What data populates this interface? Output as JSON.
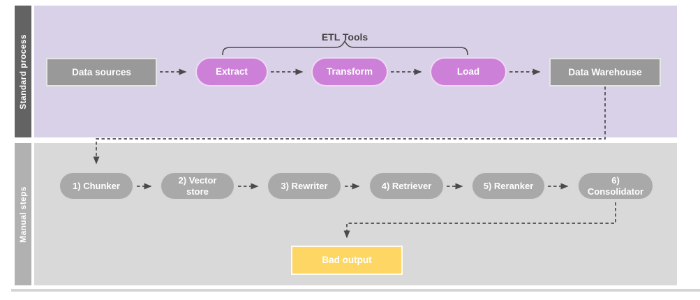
{
  "diagram": {
    "standard_process": {
      "section_label": "Standard process",
      "bracket_label": "ETL Tools",
      "nodes": {
        "data_sources": "Data sources",
        "extract": "Extract",
        "transform": "Transform",
        "load": "Load",
        "data_warehouse": "Data Warehouse"
      }
    },
    "manual_steps": {
      "section_label": "Manual steps",
      "nodes": {
        "chunker": "1) Chunker",
        "vector_store": "2) Vector store",
        "rewriter": "3) Rewriter",
        "retriever": "4) Retriever",
        "reranker": "5) Reranker",
        "consolidator": "6) Consolidator"
      },
      "output": "Bad output"
    },
    "colors": {
      "standard_bg": "#d8d1e8",
      "manual_bg": "#d9d9d9",
      "top_sidebar": "#636363",
      "bottom_sidebar": "#b1b1b1",
      "etl_pill": "#cd80d8",
      "gray_node": "#999999",
      "manual_pill": "#a9a9a9",
      "bad_output": "#fdd663",
      "connector": "#4a4a4a"
    }
  }
}
